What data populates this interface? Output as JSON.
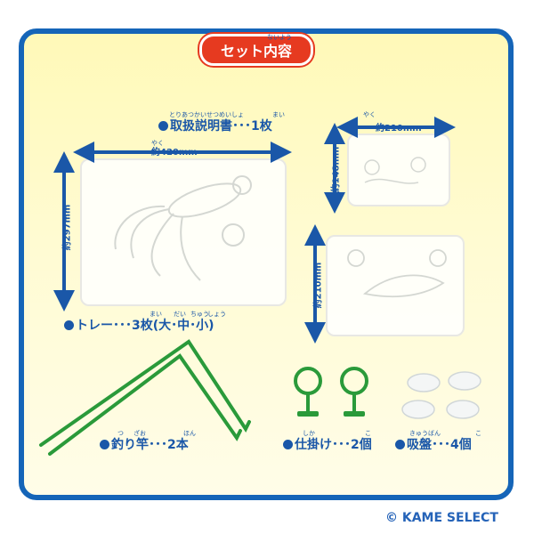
{
  "badge": {
    "text": "セット内容",
    "ruby": "ないよう"
  },
  "manual": {
    "label": "取扱説明書･･･1枚",
    "ruby": "とりあつかいせつめいしょ",
    "ruby2": "まい"
  },
  "tray_label": {
    "label": "トレー･･･3枚(大･中･小)",
    "ruby": "まい",
    "ruby2": "だい",
    "ruby3": "ちゅう",
    "ruby4": "しょう"
  },
  "rod": {
    "label": "釣り竿･･･2本",
    "ruby": "つ",
    "ruby2": "ざお",
    "ruby3": "ほん"
  },
  "hook": {
    "label": "仕掛け･･･2個",
    "ruby": "しか",
    "ruby2": "こ"
  },
  "suction": {
    "label": "吸盤･･･4個",
    "ruby": "きゅうばん",
    "ruby2": "こ"
  },
  "dims": {
    "large_w": "約420mm",
    "large_h": "約297mm",
    "small_w": "約210mm",
    "small_h": "約148mm",
    "medium_h": "約210mm",
    "yaku": "やく"
  },
  "copyright": "© KAME SELECT",
  "colors": {
    "frame": "#1565b8",
    "badge": "#e63a20",
    "text": "#1a57a8",
    "rod": "#2a9a3a"
  }
}
